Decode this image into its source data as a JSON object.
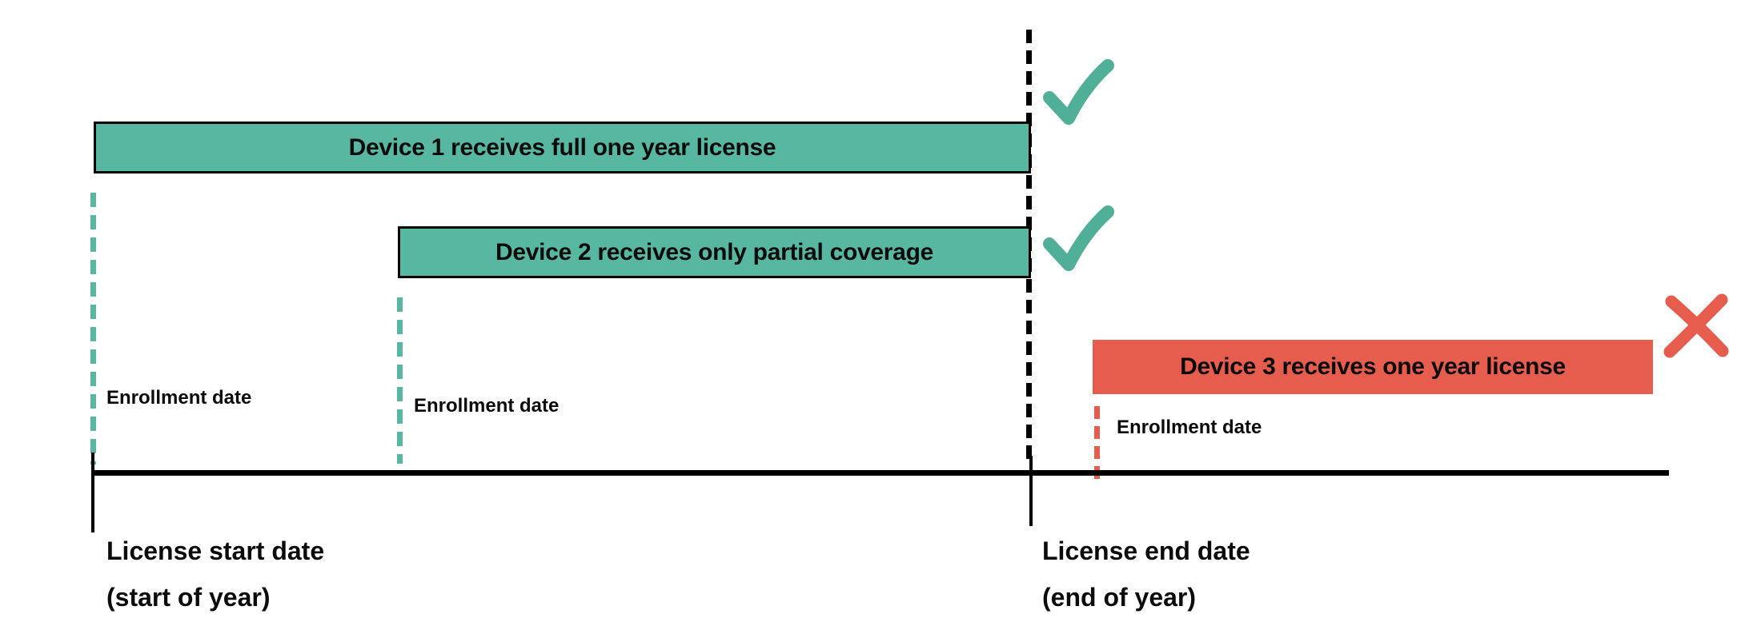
{
  "colors": {
    "teal": "#57B7A0",
    "check": "#4FAF97",
    "red": "#E65C4D",
    "axis": "#000000"
  },
  "devices": [
    {
      "label": "Device 1 receives full one year license",
      "result": "approved",
      "icon": "checkmark-icon"
    },
    {
      "label": "Device 2 receives only partial coverage",
      "result": "approved",
      "icon": "checkmark-icon"
    },
    {
      "label": "Device 3 receives one year license",
      "result": "rejected",
      "icon": "x-icon"
    }
  ],
  "enrollment_labels": [
    {
      "text": "Enrollment date"
    },
    {
      "text": "Enrollment date"
    },
    {
      "text": "Enrollment date"
    }
  ],
  "timeline": {
    "start_label_line1": "License start date",
    "start_label_line2": "(start of year)",
    "end_label_line1": "License end date",
    "end_label_line2": "(end of year)"
  }
}
